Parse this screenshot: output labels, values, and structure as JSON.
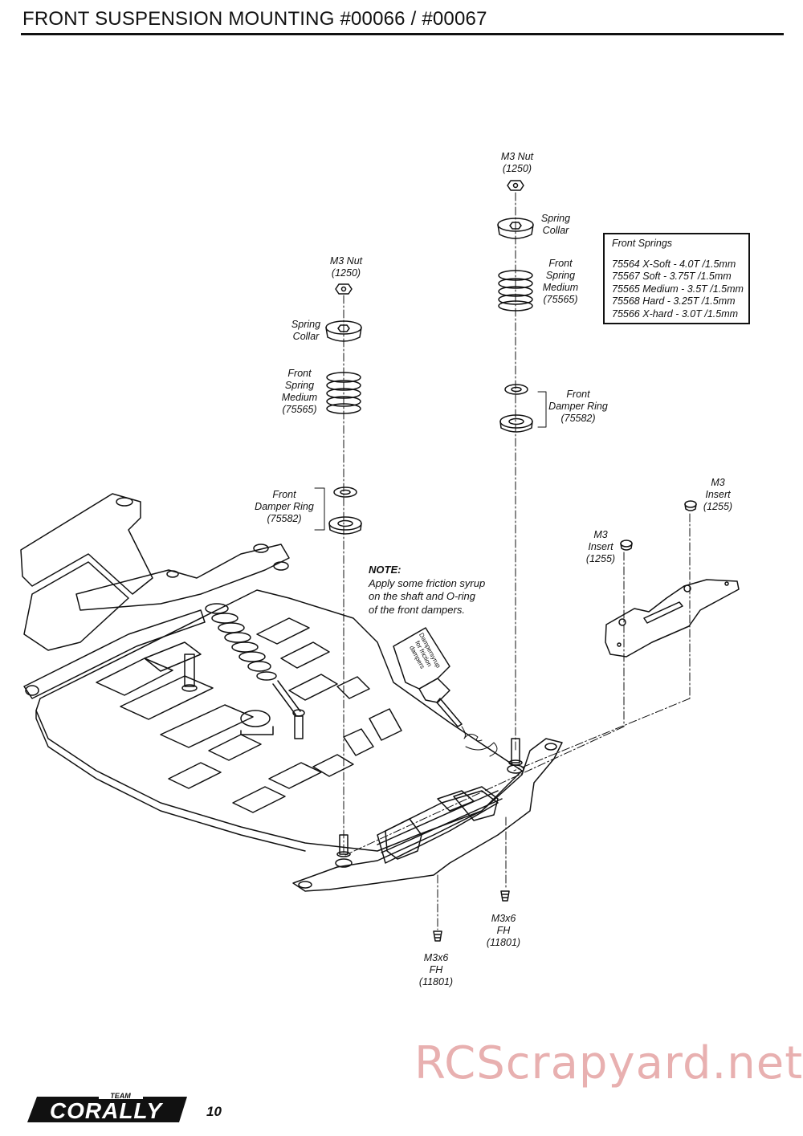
{
  "header": {
    "title": "FRONT SUSPENSION MOUNTING #00066 / #00067"
  },
  "left_assembly": {
    "nut": [
      "M3 Nut",
      "(1250)"
    ],
    "collar": [
      "Spring",
      "Collar"
    ],
    "spring": [
      "Front",
      "Spring",
      "Medium",
      "(75565)"
    ],
    "damper_ring": [
      "Front",
      "Damper Ring",
      "(75582)"
    ]
  },
  "right_assembly": {
    "nut": [
      "M3 Nut",
      "(1250)"
    ],
    "collar": [
      "Spring",
      "Collar"
    ],
    "spring": [
      "Front",
      "Spring",
      "Medium",
      "(75565)"
    ],
    "damper_ring": [
      "Front",
      "Damper Ring",
      "(75582)"
    ]
  },
  "front_springs": {
    "heading": "Front Springs",
    "items": [
      "75564 X-Soft - 4.0T /1.5mm",
      "75567 Soft - 3.75T /1.5mm",
      "75565 Medium - 3.5T /1.5mm",
      "75568 Hard - 3.25T /1.5mm",
      "75566 X-hard - 3.0T /1.5mm"
    ]
  },
  "inserts": {
    "a": [
      "M3",
      "Insert",
      "(1255)"
    ],
    "b": [
      "M3",
      "Insert",
      "(1255)"
    ]
  },
  "screws": {
    "a": [
      "M3x6",
      "FH",
      "(11801)"
    ],
    "b": [
      "M3x6",
      "FH",
      "(11801)"
    ]
  },
  "note": {
    "heading": "NOTE:",
    "lines": [
      "Apply some friction syrup",
      "on the shaft and O-ring",
      "of the front dampers."
    ]
  },
  "bottle": {
    "label_lines": [
      "Dampersyrup",
      "for friction",
      "dampers"
    ]
  },
  "footer": {
    "brand": "TEAM CORALLY",
    "page_number": "10",
    "watermark": "RCScrapyard.net"
  }
}
